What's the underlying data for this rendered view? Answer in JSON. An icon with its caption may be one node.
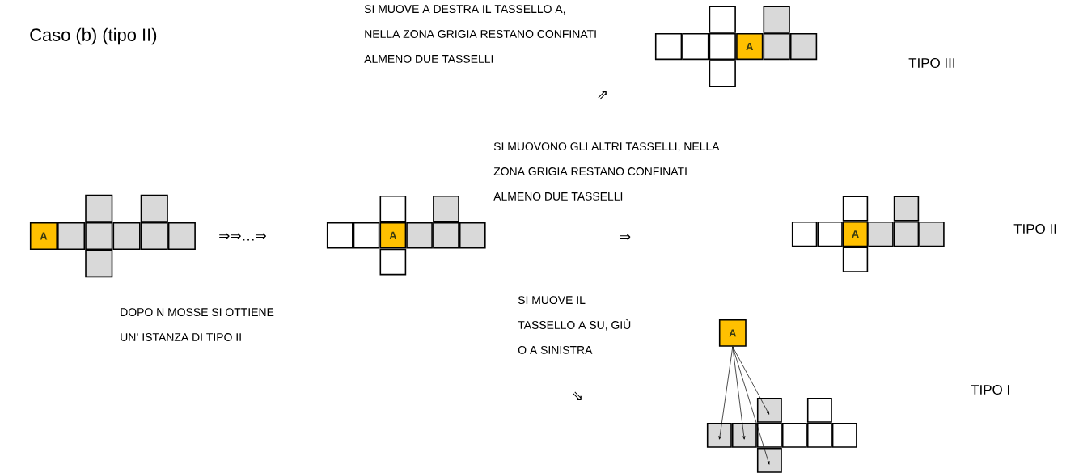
{
  "diagram": {
    "title": "Caso (b) (tipo II)",
    "nodes": [
      {
        "text": [],
        "shape": "box"
      },
      {
        "text": [],
        "shape": "box"
      },
      {
        "text": [],
        "shape": "box"
      },
      {
        "text": [],
        "shape": "box"
      },
      {
        "text": [],
        "shape": "box"
      },
      {
        "text": [
          "A"
        ]
      },
      {
        "text": [],
        "shape": "box"
      },
      {
        "text": [],
        "shape": "box"
      },
      {
        "text": [],
        "shape": "box"
      },
      {
        "text": [],
        "shape": "box"
      },
      {
        "text": [],
        "shape": "box"
      },
      {
        "text": [
          "A"
        ]
      },
      {
        "text": [],
        "shape": "box"
      },
      {
        "text": [],
        "shape": "box"
      },
      {
        "text": [],
        "shape": "box"
      },
      {
        "text": [],
        "shape": "box"
      },
      {
        "text": [],
        "shape": "box"
      },
      {
        "text": [],
        "shape": "box"
      },
      {
        "text": [],
        "shape": "box"
      },
      {
        "text": [],
        "shape": "box"
      },
      {
        "text": [],
        "shape": "box"
      },
      {
        "text": [],
        "shape": "box"
      },
      {
        "text": [
          "A"
        ]
      },
      {
        "text": [],
        "shape": "box"
      },
      {
        "text": [],
        "shape": "box"
      },
      {
        "text": [],
        "shape": "box"
      },
      {
        "text": [],
        "shape": "box"
      },
      {
        "text": [],
        "shape": "box"
      },
      {
        "text": [],
        "shape": "box"
      },
      {
        "text": [],
        "shape": "box"
      },
      {
        "text": [],
        "shape": "box"
      },
      {
        "text": [
          "A"
        ]
      },
      {
        "text": [],
        "shape": "box"
      },
      {
        "text": [],
        "shape": "box"
      },
      {
        "text": [],
        "shape": "box"
      },
      {
        "text": [],
        "shape": "box"
      },
      {
        "text": [
          "A"
        ]
      },
      {
        "text": [],
        "shape": "box"
      },
      {
        "text": [],
        "shape": "box"
      },
      {
        "text": [],
        "shape": "box"
      },
      {
        "text": [],
        "shape": "box"
      },
      {
        "text": [],
        "shape": "box"
      },
      {
        "text": [],
        "shape": "box"
      },
      {
        "text": [],
        "shape": "box"
      },
      {
        "text": [],
        "shape": "box"
      },
      {
        "text": [],
        "shape": "box"
      }
    ],
    "edges": [
      {
        "from": 36,
        "to": 39,
        "arrow": "to"
      },
      {
        "from": 36,
        "to": 40,
        "arrow": "to"
      },
      {
        "from": 36,
        "to": 45,
        "arrow": "to"
      },
      {
        "from": 36,
        "to": 37,
        "arrow": "to"
      }
    ],
    "labels": [
      "SI MUOVE A DESTRA IL TASSELLO A, NELLA ZONA GRIGIA RESTANO CONFINATI ALMENO DUE TASSELLI",
      "⇗",
      "TIPO III",
      "SI MUOVONO GLI ALTRI TASSELLI, NELLA ZONA GRIGIA RESTANO CONFINATI ALMENO DUE TASSELLI",
      "⇒⇒…⇒",
      "⇒",
      "TIPO II",
      "DOPO N MOSSE SI OTTIENE UN’ ISTANZA DI TIPO II",
      "SI MUOVE IL TASSELLO A SU, GIÙ O A SINISTRA",
      "⇘",
      "TIPO I"
    ]
  }
}
